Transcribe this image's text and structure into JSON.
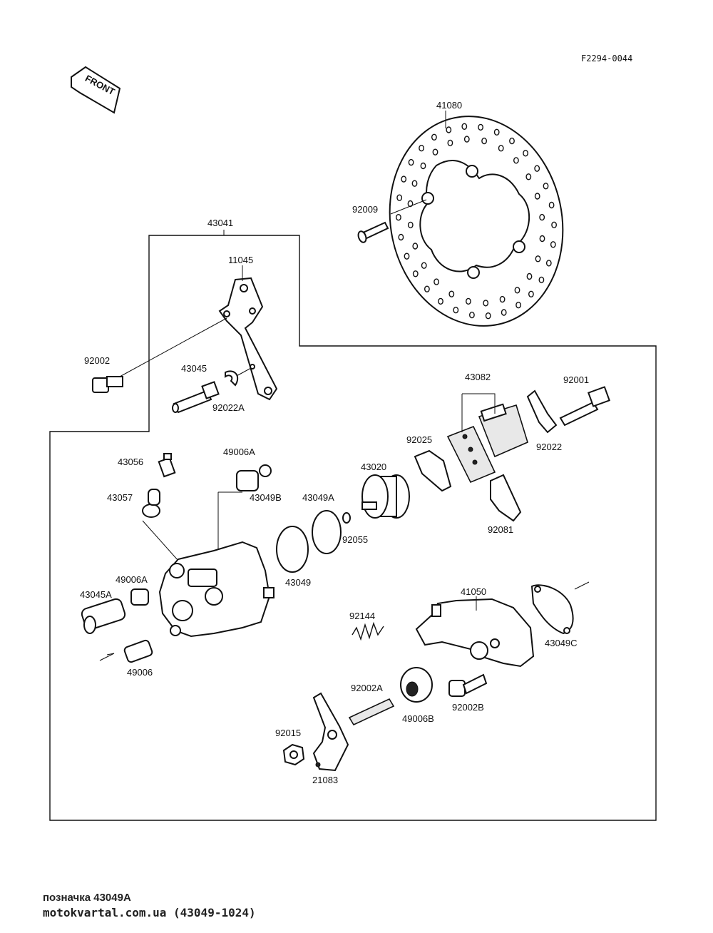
{
  "diagram": {
    "code": "F2294-0044",
    "front_label": "FRONT",
    "labels": {
      "l41080": "41080",
      "l92009": "92009",
      "l43041": "43041",
      "l11045": "11045",
      "l92002": "92002",
      "l43045": "43045",
      "l92022A": "92022A",
      "l43082": "43082",
      "l92001": "92001",
      "l92025": "92025",
      "l92022": "92022",
      "l43056": "43056",
      "l49006A_top": "49006A",
      "l43049B": "43049B",
      "l43020": "43020",
      "l43057": "43057",
      "l43049A": "43049A",
      "l92055": "92055",
      "l92081": "92081",
      "l49006A_left": "49006A",
      "l43049": "43049",
      "l43045A": "43045A",
      "l41050": "41050",
      "l92144": "92144",
      "l43049C": "43049C",
      "l49006": "49006",
      "l92002A": "92002A",
      "l49006B": "49006B",
      "l92002B": "92002B",
      "l92015": "92015",
      "l21083": "21083"
    }
  },
  "footer": {
    "part_line": "позначка 43049A",
    "site_line": "motokvartal.com.ua (43049-1024)"
  }
}
